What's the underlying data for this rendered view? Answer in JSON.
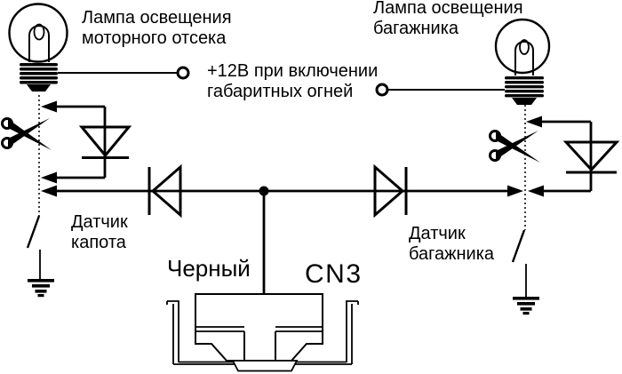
{
  "labels": {
    "engine_lamp_line1": "Лампа освещения",
    "engine_lamp_line2": "моторного отсека",
    "trunk_lamp_line1": "Лампа освещения",
    "trunk_lamp_line2": "багажника",
    "plus12_line1": "+12В при включении",
    "plus12_line2": "габаритных огней",
    "hood_sensor_line1": "Датчик",
    "hood_sensor_line2": "капота",
    "trunk_sensor_line1": "Датчик",
    "trunk_sensor_line2": "багажника",
    "wire_color": "Черный",
    "connector_name": "CN3"
  },
  "icons": {
    "lamp": "light-bulb-icon",
    "cut_point": "scissors-icon",
    "diode": "diode-symbol",
    "terminal": "circle-terminal",
    "switch": "switch-symbol",
    "ground": "ground-symbol",
    "junction": "junction-dot",
    "connector": "cn3-connector-drawing"
  },
  "colors": {
    "line": "#000000",
    "background": "#ffffff"
  }
}
